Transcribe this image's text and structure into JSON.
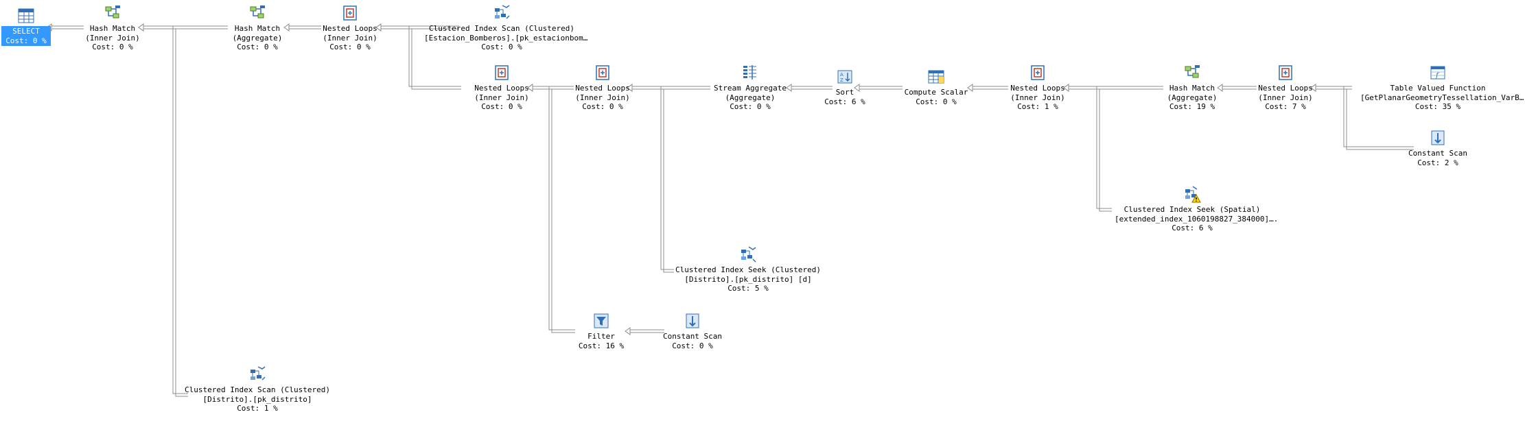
{
  "nodes": [
    {
      "id": "select",
      "icon": "select-icon",
      "lines": [
        "SELECT",
        "Cost: 0 %"
      ],
      "selected": true
    },
    {
      "id": "hash1",
      "icon": "hash-match-icon",
      "lines": [
        "Hash Match",
        "(Inner Join)",
        "Cost: 0 %"
      ]
    },
    {
      "id": "hash2",
      "icon": "hash-match-icon",
      "lines": [
        "Hash Match",
        "(Aggregate)",
        "Cost: 0 %"
      ]
    },
    {
      "id": "nl1",
      "icon": "nested-loops-icon",
      "lines": [
        "Nested Loops",
        "(Inner Join)",
        "Cost: 0 %"
      ]
    },
    {
      "id": "cis1",
      "icon": "clustered-index-scan-icon",
      "lines": [
        "Clustered Index Scan (Clustered)",
        "[Estacion_Bomberos].[pk_estacionbom…",
        "Cost: 0 %"
      ]
    },
    {
      "id": "nl2",
      "icon": "nested-loops-icon",
      "lines": [
        "Nested Loops",
        "(Inner Join)",
        "Cost: 0 %"
      ]
    },
    {
      "id": "nl3",
      "icon": "nested-loops-icon",
      "lines": [
        "Nested Loops",
        "(Inner Join)",
        "Cost: 0 %"
      ]
    },
    {
      "id": "stream",
      "icon": "stream-aggregate-icon",
      "lines": [
        "Stream Aggregate",
        "(Aggregate)",
        "Cost: 0 %"
      ]
    },
    {
      "id": "sort",
      "icon": "sort-icon",
      "lines": [
        "Sort",
        "Cost: 6 %"
      ]
    },
    {
      "id": "compute",
      "icon": "compute-scalar-icon",
      "lines": [
        "Compute Scalar",
        "Cost: 0 %"
      ]
    },
    {
      "id": "nl4",
      "icon": "nested-loops-icon",
      "lines": [
        "Nested Loops",
        "(Inner Join)",
        "Cost: 1 %"
      ]
    },
    {
      "id": "hash3",
      "icon": "hash-match-icon",
      "lines": [
        "Hash Match",
        "(Aggregate)",
        "Cost: 19 %"
      ]
    },
    {
      "id": "nl5",
      "icon": "nested-loops-icon",
      "lines": [
        "Nested Loops",
        "(Inner Join)",
        "Cost: 7 %"
      ]
    },
    {
      "id": "tvf",
      "icon": "table-valued-function-icon",
      "lines": [
        "Table Valued Function",
        "[GetPlanarGeometryTessellation_VarB…",
        "Cost: 35 %"
      ]
    },
    {
      "id": "const1",
      "icon": "constant-scan-icon",
      "lines": [
        "Constant Scan",
        "Cost: 2 %"
      ]
    },
    {
      "id": "seek_spatial",
      "icon": "clustered-index-seek-warning-icon",
      "lines": [
        "Clustered Index Seek (Spatial)",
        "[extended_index_1060198827_384000]….",
        "Cost: 6 %"
      ]
    },
    {
      "id": "seek_clustered",
      "icon": "clustered-index-seek-icon",
      "lines": [
        "Clustered Index Seek (Clustered)",
        "[Distrito].[pk_distrito] [d]",
        "Cost: 5 %"
      ]
    },
    {
      "id": "filter",
      "icon": "filter-icon",
      "lines": [
        "Filter",
        "Cost: 16 %"
      ]
    },
    {
      "id": "const2",
      "icon": "constant-scan-icon",
      "lines": [
        "Constant Scan",
        "Cost: 0 %"
      ]
    },
    {
      "id": "cis2",
      "icon": "clustered-index-scan-icon",
      "lines": [
        "Clustered Index Scan (Clustered)",
        "[Distrito].[pk_distrito]",
        "Cost: 1 %"
      ]
    }
  ],
  "colors": {
    "selected": "#3399ff",
    "edge": "#8c8c8c",
    "icon_blue": "#2f6fb8"
  }
}
